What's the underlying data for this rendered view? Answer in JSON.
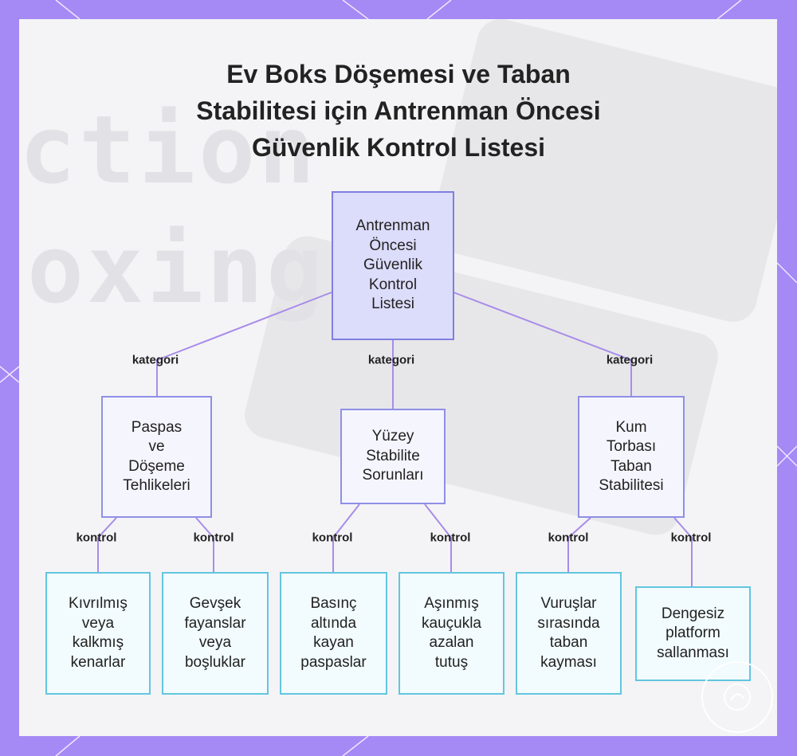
{
  "title": {
    "line1": "Ev Boks Döşemesi ve Taban",
    "line2": "Stabilitesi için Antrenman Öncesi",
    "line3": "Güvenlik Kontrol Listesi"
  },
  "background_words": [
    "ction",
    "oxing"
  ],
  "nodes": {
    "root": [
      "Antrenman",
      "Öncesi",
      "Güvenlik",
      "Kontrol",
      "Listesi"
    ],
    "cat1": [
      "Paspas",
      "ve",
      "Döşeme",
      "Tehlikeleri"
    ],
    "cat2": [
      "Yüzey",
      "Stabilite",
      "Sorunları"
    ],
    "cat3": [
      "Kum",
      "Torbası",
      "Taban",
      "Stabilitesi"
    ],
    "leaf1": [
      "Kıvrılmış",
      "veya",
      "kalkmış",
      "kenarlar"
    ],
    "leaf2": [
      "Gevşek",
      "fayanslar",
      "veya",
      "boşluklar"
    ],
    "leaf3": [
      "Basınç",
      "altında",
      "kayan",
      "paspaslar"
    ],
    "leaf4": [
      "Aşınmış",
      "kauçukla",
      "azalan",
      "tutuş"
    ],
    "leaf5": [
      "Vuruşlar",
      "sırasında",
      "taban",
      "kayması"
    ],
    "leaf6": [
      "Dengesiz",
      "platform",
      "sallanması"
    ]
  },
  "edge_labels": {
    "cat1": "kategori",
    "cat2": "kategori",
    "cat3": "kategori",
    "leaf1": "kontrol",
    "leaf2": "kontrol",
    "leaf3": "kontrol",
    "leaf4": "kontrol",
    "leaf5": "kontrol",
    "leaf6": "kontrol"
  },
  "colors": {
    "frame": "#a589f5",
    "edge": "#a98ce8",
    "root_fill": "#dcdcfb",
    "category_fill": "#f5f5fe",
    "leaf_fill": "#f2fbfe",
    "leaf_border": "#62c6e0"
  },
  "badge_icon": "watermark-logo-icon"
}
